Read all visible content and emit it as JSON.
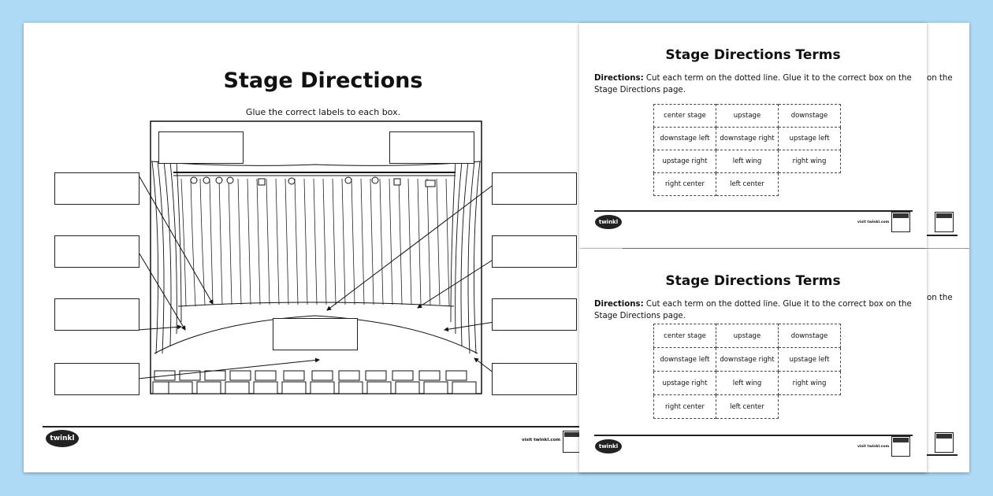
{
  "worksheet": {
    "title": "Stage Directions",
    "instruction": "Glue the correct labels to each box."
  },
  "terms_sheet": {
    "title": "Stage Directions Terms",
    "directions_label": "Directions:",
    "directions_text": " Cut each term on the dotted line. Glue it to the correct box on the Stage Directions page.",
    "partial_text": "on the",
    "terms": [
      [
        "center stage",
        "upstage",
        "downstage"
      ],
      [
        "downstage left",
        "downstage right",
        "upstage left"
      ],
      [
        "upstage right",
        "left wing",
        "right wing"
      ],
      [
        "right center",
        "left center",
        ""
      ]
    ]
  },
  "footer": {
    "logo_text": "twinkl",
    "visit_text": "visit twinkl.com"
  }
}
